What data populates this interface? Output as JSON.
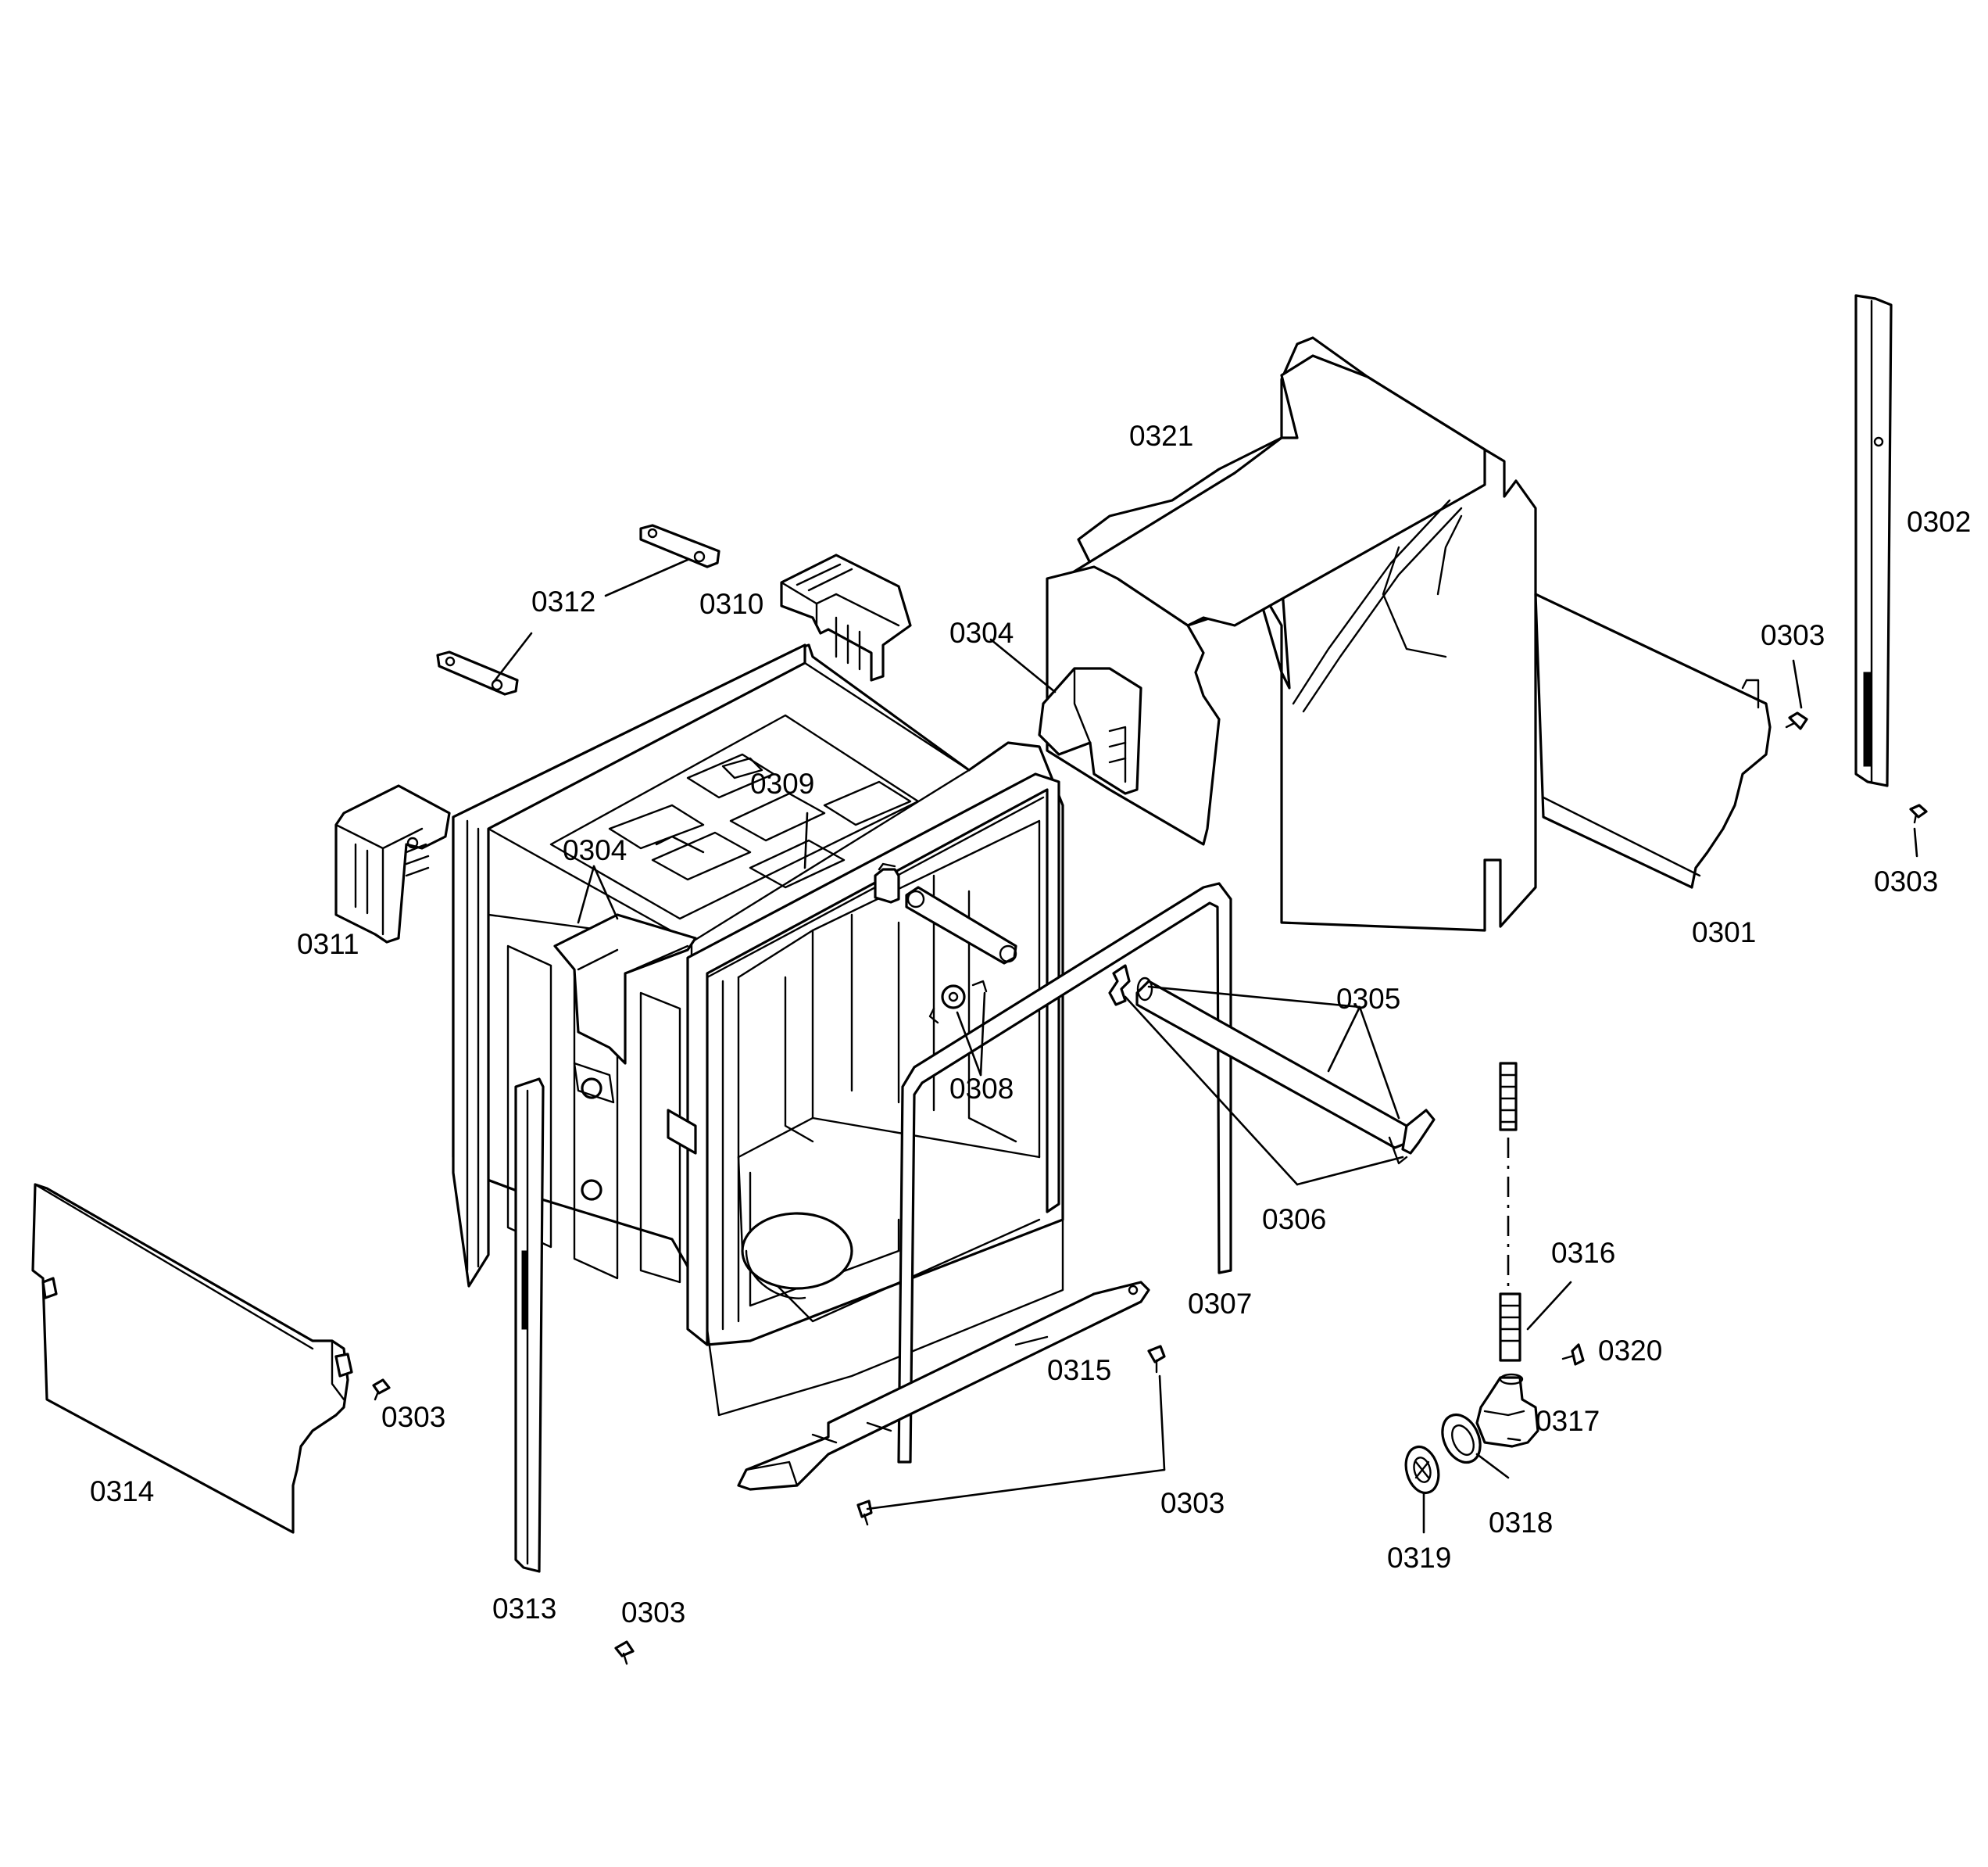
{
  "callouts": [
    {
      "id": "c0321",
      "text": "0321"
    },
    {
      "id": "c0302",
      "text": "0302"
    },
    {
      "id": "c0303a",
      "text": "0303"
    },
    {
      "id": "c0303b",
      "text": "0303"
    },
    {
      "id": "c0301",
      "text": "0301"
    },
    {
      "id": "c0312",
      "text": "0312"
    },
    {
      "id": "c0310",
      "text": "0310"
    },
    {
      "id": "c0304a",
      "text": "0304"
    },
    {
      "id": "c0309",
      "text": "0309"
    },
    {
      "id": "c0304b",
      "text": "0304"
    },
    {
      "id": "c0311",
      "text": "0311"
    },
    {
      "id": "c0305",
      "text": "0305"
    },
    {
      "id": "c0308",
      "text": "0308"
    },
    {
      "id": "c0306",
      "text": "0306"
    },
    {
      "id": "c0316",
      "text": "0316"
    },
    {
      "id": "c0307",
      "text": "0307"
    },
    {
      "id": "c0320",
      "text": "0320"
    },
    {
      "id": "c0315",
      "text": "0315"
    },
    {
      "id": "c0317",
      "text": "0317"
    },
    {
      "id": "c0303c",
      "text": "0303"
    },
    {
      "id": "c0314",
      "text": "0314"
    },
    {
      "id": "c0303d",
      "text": "0303"
    },
    {
      "id": "c0318",
      "text": "0318"
    },
    {
      "id": "c0319",
      "text": "0319"
    },
    {
      "id": "c0313",
      "text": "0313"
    },
    {
      "id": "c0303e",
      "text": "0303"
    }
  ]
}
